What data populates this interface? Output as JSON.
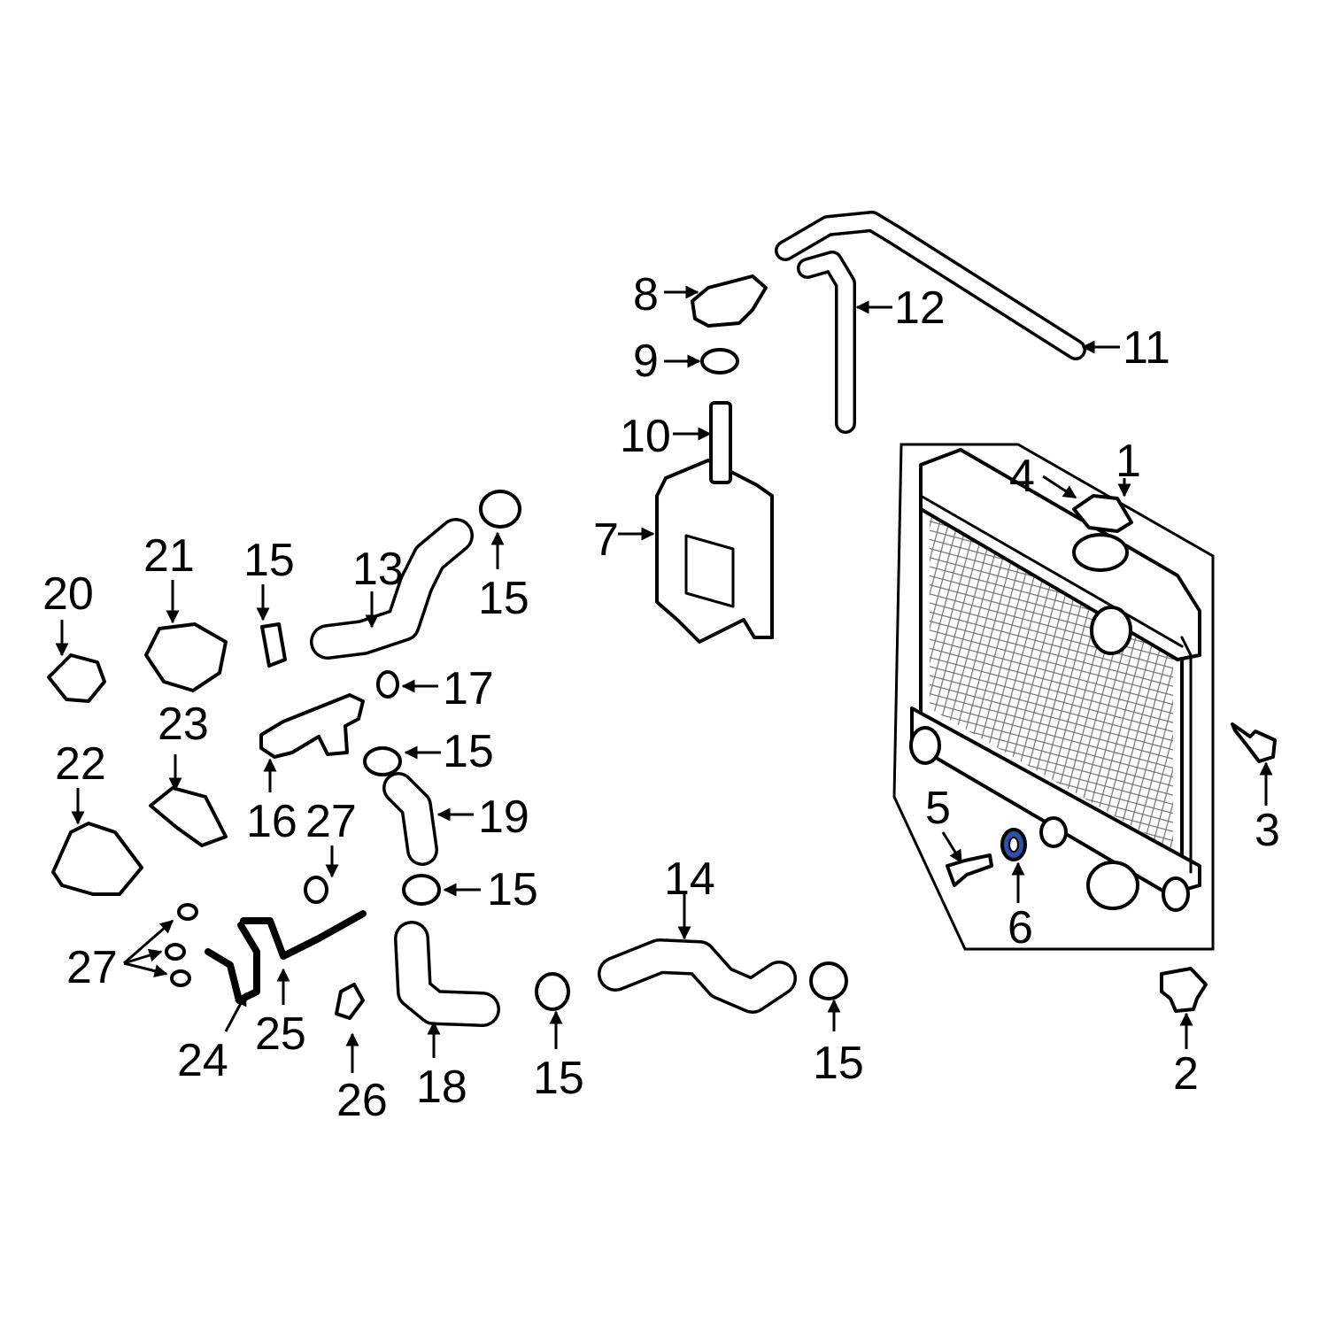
{
  "colors": {
    "outline": "#000000",
    "background": "#ffffff",
    "highlight": "#2f4fa8"
  },
  "highlighted_part": "6",
  "callouts": {
    "c1": "1",
    "c2": "2",
    "c3": "3",
    "c4": "4",
    "c5": "5",
    "c6": "6",
    "c7": "7",
    "c8": "8",
    "c9": "9",
    "c10": "10",
    "c11": "11",
    "c12": "12",
    "c13": "13",
    "c14": "14",
    "c15": "15",
    "c16": "16",
    "c17": "17",
    "c18": "18",
    "c19": "19",
    "c20": "20",
    "c21": "21",
    "c22": "22",
    "c23": "23",
    "c24": "24",
    "c25": "25",
    "c26": "26",
    "c27": "27"
  }
}
